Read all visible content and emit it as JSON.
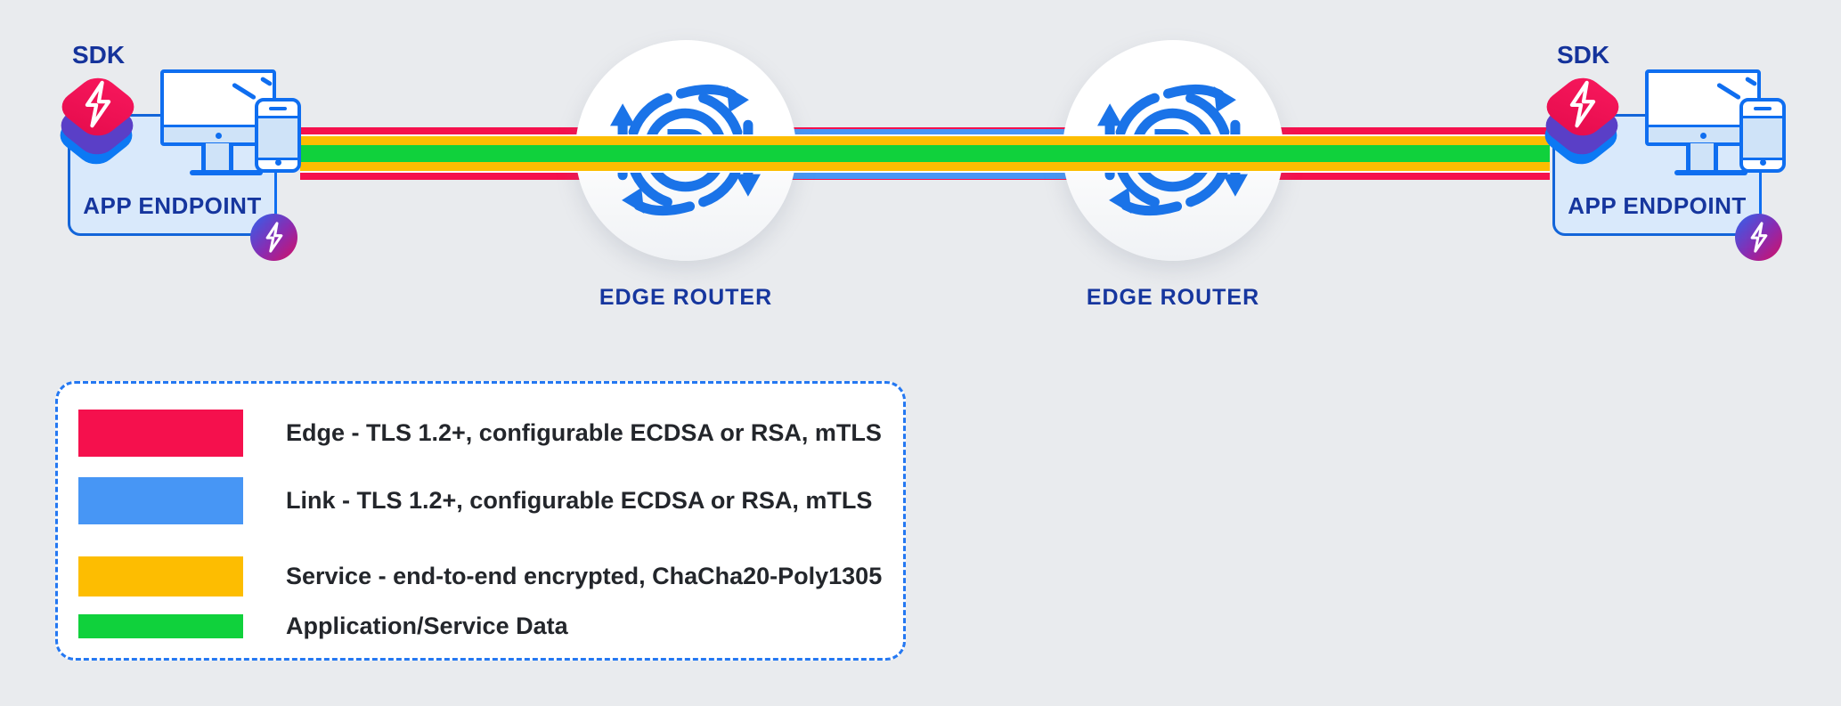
{
  "colors": {
    "background": "#e9ebee",
    "edge_red": "#f5104d",
    "link_blue": "#4796f5",
    "service_yellow": "#fdbd01",
    "data_green": "#10d13c",
    "gap_white": "#fdfefe",
    "router_blue": "#1a73e8",
    "navy_text": "#16369e",
    "endpoint_box_fill": "#d9e9fb",
    "endpoint_box_border": "#1365d9",
    "legend_border": "#2478f2",
    "legend_text": "#23262b",
    "sdk_tile_red": "#f2104f",
    "sdk_tile_purple": "#5a3fc7",
    "sdk_tile_blue": "#0c79f4",
    "badge_gradient_start": "#2e63ee",
    "badge_gradient_end": "#d40f63"
  },
  "endpoints": {
    "left": {
      "sdk_label": "SDK",
      "box_label": "APP ENDPOINT"
    },
    "right": {
      "sdk_label": "SDK",
      "box_label": "APP ENDPOINT"
    }
  },
  "routers": {
    "left": {
      "label": "EDGE ROUTER",
      "icon_letter": "R"
    },
    "right": {
      "label": "EDGE ROUTER",
      "icon_letter": "R"
    }
  },
  "lines": {
    "edge_color": "#f5104d",
    "link_color": "#4796f5",
    "service_color": "#fdbd01",
    "data_color": "#10d13c",
    "gap_color": "#fdfefe"
  },
  "legend": {
    "items": [
      {
        "name": "edge",
        "color": "#f5104d",
        "label": "Edge - TLS 1.2+, configurable ECDSA or RSA, mTLS"
      },
      {
        "name": "link",
        "color": "#4796f5",
        "label": "Link - TLS 1.2+, configurable ECDSA or RSA, mTLS"
      },
      {
        "name": "service",
        "color": "#fdbd01",
        "label": "Service - end-to-end encrypted, ChaCha20-Poly1305"
      },
      {
        "name": "data",
        "color": "#10d13c",
        "label": "Application/Service Data"
      }
    ]
  }
}
